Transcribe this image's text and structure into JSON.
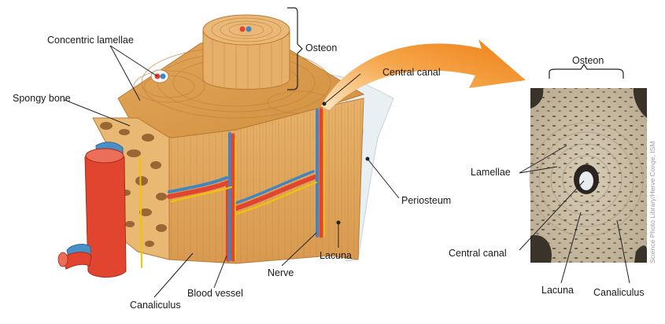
{
  "labels": {
    "concentric_lamellae": "Concentric lamellae",
    "osteon": "Osteon",
    "central_canal": "Central canal",
    "spongy_bone": "Spongy bone",
    "periosteum": "Periosteum",
    "lacuna": "Lacuna",
    "nerve": "Nerve",
    "blood_vessel": "Blood vessel",
    "canaliculus": "Canaliculus"
  },
  "micrograph_labels": {
    "osteon": "Osteon",
    "lamellae": "Lamellae",
    "central_canal": "Central canal",
    "lacuna": "Lacuna",
    "canaliculus": "Canaliculus"
  },
  "credit": "Science Photo Library/Herve Conge, ISM",
  "colors": {
    "bone": "#e0a65a",
    "bone_dark": "#c98a3e",
    "artery": "#e2452f",
    "vein": "#3f86c2",
    "nerve": "#f2c500",
    "periosteum": "#e6eef3",
    "arrow": "#f08a1c",
    "micrograph": "#c8bba3"
  }
}
